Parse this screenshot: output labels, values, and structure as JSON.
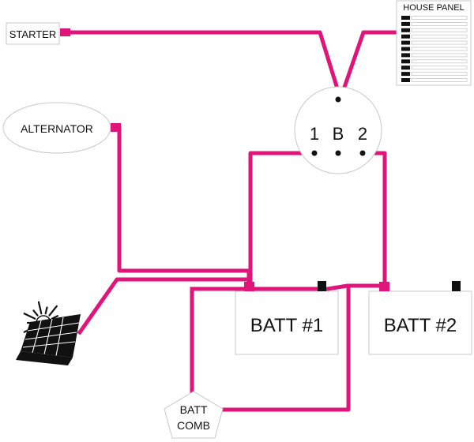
{
  "labels": {
    "starter": "STARTER",
    "alternator": "ALTERNATOR",
    "house_panel": "HOUSE PANEL",
    "switch_pos_1": "1",
    "switch_pos_b": "B",
    "switch_pos_2": "2",
    "batt1": "BATT #1",
    "batt2": "BATT #2",
    "batt_comb_line1": "BATT",
    "batt_comb_line2": "COMB"
  },
  "colors": {
    "wire": "#e0157a",
    "terminal": "#e0157a",
    "outline": "#c8c8c8",
    "post": "#111111"
  },
  "icons": {
    "solar_panel": "solar-panel-icon",
    "sun": "sun-icon"
  }
}
